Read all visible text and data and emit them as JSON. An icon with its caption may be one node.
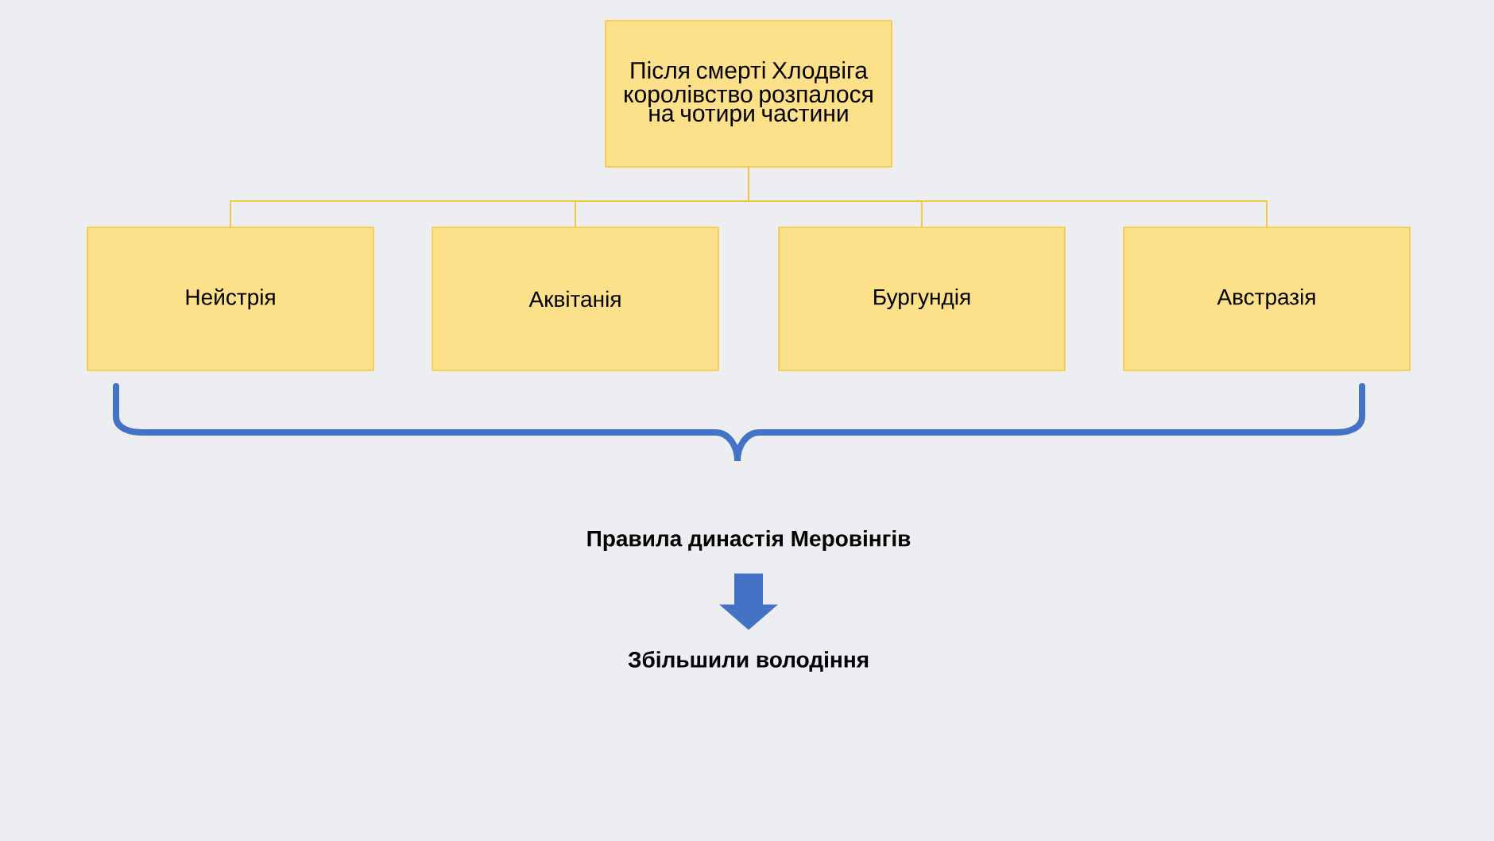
{
  "diagram": {
    "nodes": [
      {
        "text": [
          "Після смерті Хлодвіга королівство розпалося на чотири частини"
        ]
      },
      {
        "text": [
          "Нейстрія"
        ]
      },
      {
        "text": [
          "Аквітанія"
        ]
      },
      {
        "text": [
          "Бургундія"
        ]
      },
      {
        "text": [
          "Австразія"
        ]
      },
      {
        "text": [
          "Правила династія Меровінгів"
        ]
      },
      {
        "text": [
          "Збільшили володіння"
        ]
      }
    ],
    "edges": [
      {
        "from": 0,
        "to": 1,
        "arrow": "none"
      },
      {
        "from": 0,
        "to": 2,
        "arrow": "none"
      },
      {
        "from": 0,
        "to": 3,
        "arrow": "none"
      },
      {
        "from": 0,
        "to": 4,
        "arrow": "none"
      },
      {
        "from": 5,
        "to": 6,
        "arrow": "to",
        "style": "thick",
        "color": "#4472c4"
      }
    ]
  }
}
